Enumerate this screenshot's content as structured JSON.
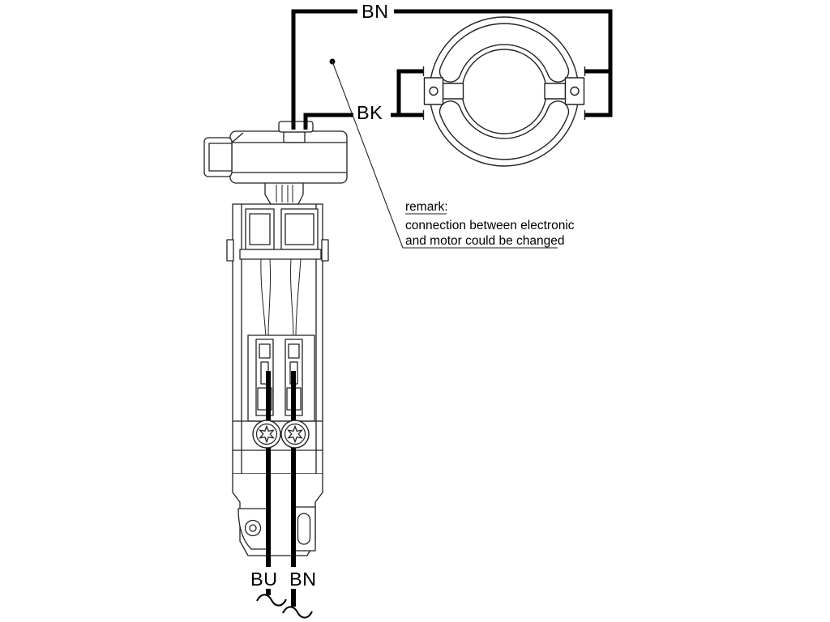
{
  "diagram": {
    "wire_labels": {
      "top": "BN",
      "middle": "BK",
      "bottom_left": "BU",
      "bottom_right": "BN"
    },
    "remark": {
      "heading": "remark:",
      "line1": "connection between electronic",
      "line2": "and motor could be changed"
    },
    "colors": {
      "line": "#222222",
      "wire": "#000000",
      "background": "#ffffff"
    }
  }
}
